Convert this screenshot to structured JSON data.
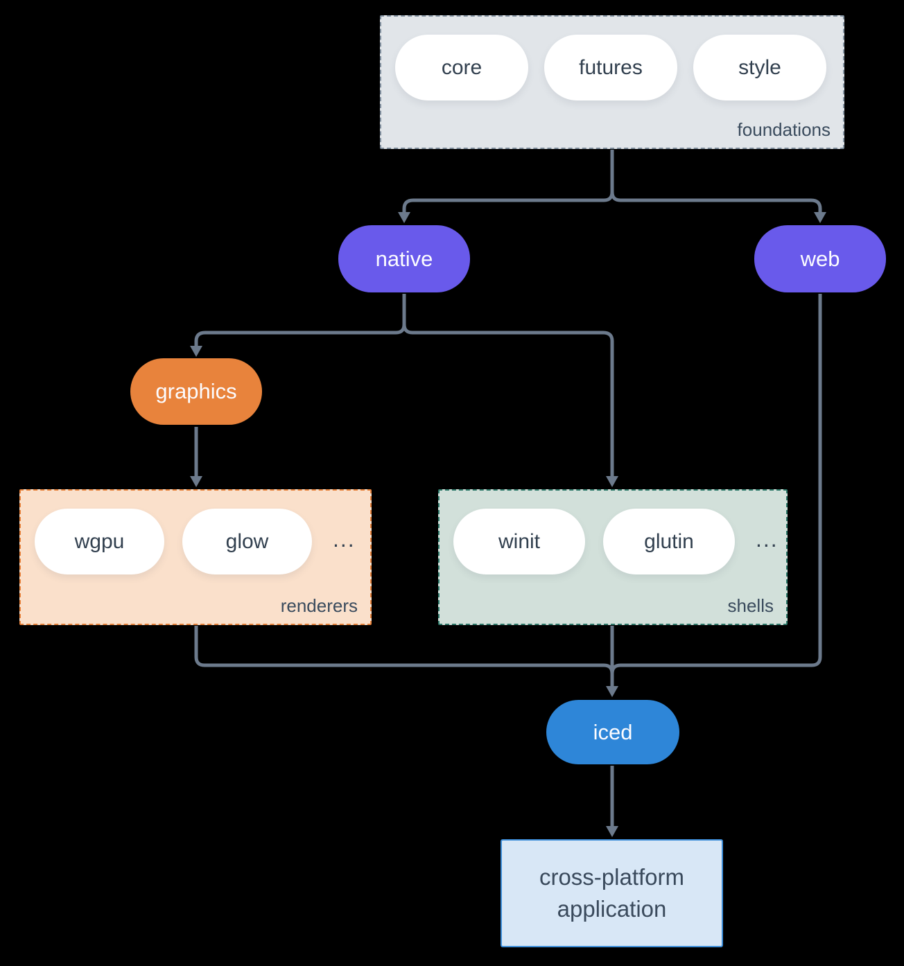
{
  "diagram": {
    "groups": {
      "foundations": {
        "label": "foundations",
        "items": [
          "core",
          "futures",
          "style"
        ]
      },
      "renderers": {
        "label": "renderers",
        "items": [
          "wgpu",
          "glow"
        ],
        "ellipsis": "..."
      },
      "shells": {
        "label": "shells",
        "items": [
          "winit",
          "glutin"
        ],
        "ellipsis": "..."
      }
    },
    "nodes": {
      "native": "native",
      "web": "web",
      "graphics": "graphics",
      "iced": "iced",
      "application": {
        "line1": "cross-platform",
        "line2": "application"
      }
    },
    "edges": [
      {
        "from": "foundations",
        "to": "native"
      },
      {
        "from": "foundations",
        "to": "web"
      },
      {
        "from": "native",
        "to": "graphics"
      },
      {
        "from": "native",
        "to": "shells"
      },
      {
        "from": "graphics",
        "to": "renderers"
      },
      {
        "from": "renderers",
        "to": "iced"
      },
      {
        "from": "shells",
        "to": "iced"
      },
      {
        "from": "web",
        "to": "iced"
      },
      {
        "from": "iced",
        "to": "application"
      }
    ]
  },
  "colors": {
    "bg": "#000000",
    "arrow": "#6C7A8C",
    "node-purple": "#695AEB",
    "node-orange": "#E8833C",
    "node-blue": "#2E86D8",
    "node-text": "#FCFCFF",
    "pill-bg": "#FFFFFF",
    "pill-text": "#32404F",
    "label-text": "#3A4B5D",
    "foundations-bg": "#E1E5E9",
    "foundations-border": "#8291A0",
    "renderers-bg": "#FAE0CB",
    "renderers-border": "#E8833C",
    "shells-bg": "#D2E0DA",
    "shells-border": "#2F7A6B",
    "app-bg": "#D8E7F6",
    "app-border": "#3E8ED9",
    "app-text": "#3A4A5C"
  }
}
